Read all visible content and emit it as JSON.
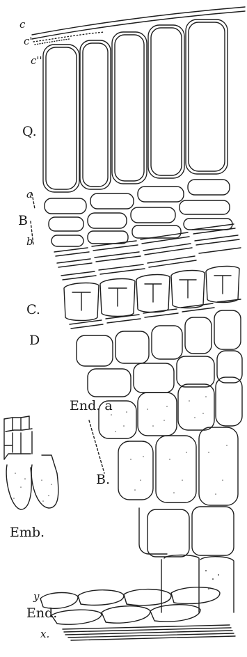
{
  "figure": {
    "labels": {
      "c1": "c",
      "c2": "c'",
      "c3": "c''",
      "a_top": "a",
      "b_lower": "b",
      "Q": "Q.",
      "B": "B",
      "C": "C.",
      "D": "D",
      "End_a": "End. a",
      "B2": "B.",
      "Emb": "Emb.",
      "y": "y",
      "End2": "End.",
      "x": "x."
    }
  }
}
